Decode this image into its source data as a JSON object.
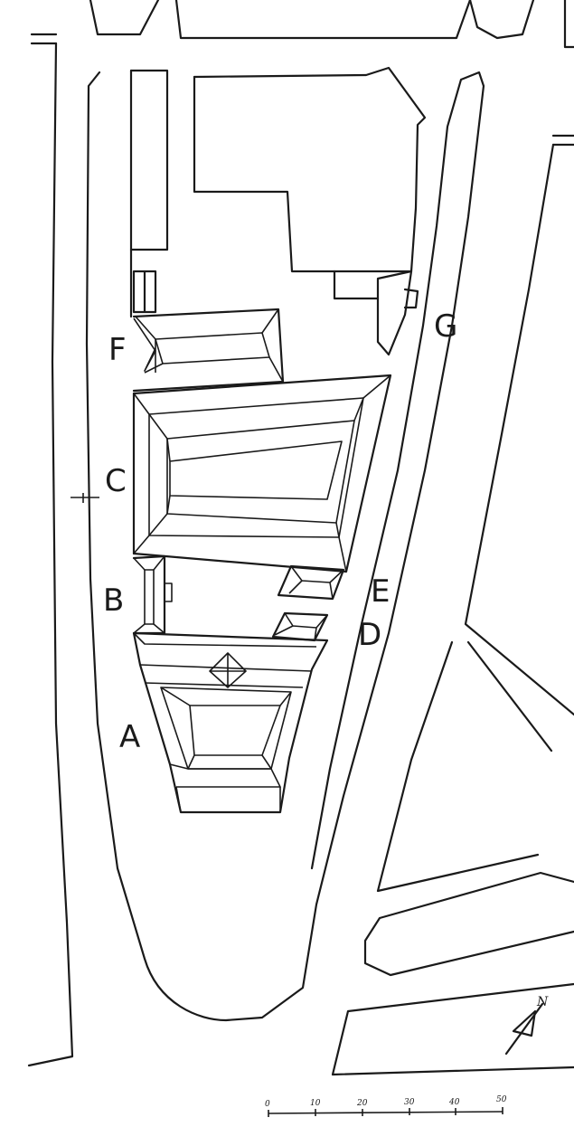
{
  "map": {
    "building_labels": [
      "A",
      "B",
      "C",
      "D",
      "E",
      "F",
      "G"
    ],
    "scale_bar": {
      "ticks": [
        "0",
        "10",
        "20",
        "30",
        "40",
        "50"
      ]
    },
    "north_arrow": {
      "label": "N"
    },
    "ink_color": "#1a1a1a",
    "paper_color": "#ffffff"
  }
}
